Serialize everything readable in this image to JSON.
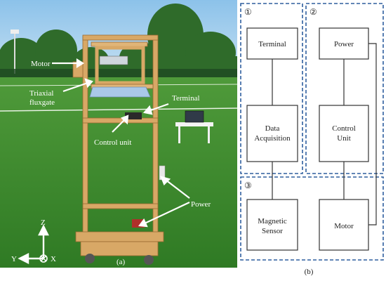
{
  "photo": {
    "labels": {
      "motor": "Motor",
      "fluxgate_line1": "Triaxial",
      "fluxgate_line2": "fluxgate",
      "terminal": "Terminal",
      "control_unit": "Control unit",
      "power": "Power",
      "axis_z": "Z",
      "axis_y": "Y",
      "axis_x": "X"
    },
    "caption": "(a)"
  },
  "diagram": {
    "groups": [
      {
        "id": "group-1",
        "marker": "①"
      },
      {
        "id": "group-2",
        "marker": "②"
      },
      {
        "id": "group-3",
        "marker": "③"
      }
    ],
    "boxes": {
      "terminal": "Terminal",
      "power": "Power",
      "data_acquisition_line1": "Data",
      "data_acquisition_line2": "Acquisition",
      "control_unit_line1": "Control",
      "control_unit_line2": "Unit",
      "magnetic_sensor_line1": "Magnetic",
      "magnetic_sensor_line2": "Sensor",
      "motor": "Motor"
    },
    "caption": "(b)",
    "colors": {
      "dashed_border": "#2e5e9e",
      "box_border": "#333333"
    }
  }
}
